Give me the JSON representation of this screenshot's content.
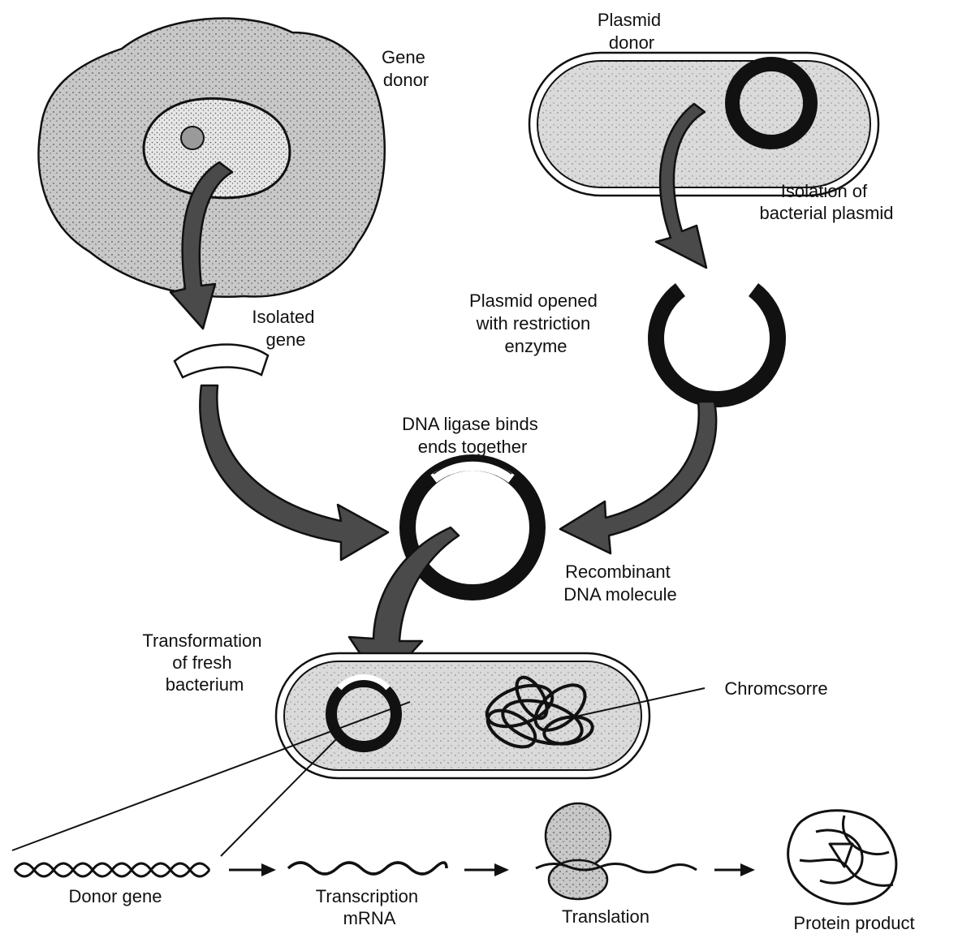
{
  "labels": {
    "gene_donor": [
      "Gene",
      "donor"
    ],
    "plasmid_donor": [
      "Plasmid",
      "donor"
    ],
    "isolation_plasmid": [
      "Isolation of",
      "bacterial plasmid"
    ],
    "isolated_gene": [
      "Isolated",
      "gene"
    ],
    "plasmid_opened": [
      "Plasmid opened",
      "with restriction",
      "enzyme"
    ],
    "dna_ligase": [
      "DNA ligase binds",
      "ends together"
    ],
    "recombinant": [
      "Recombinant",
      "DNA molecule"
    ],
    "transformation": [
      "Transformation",
      "of fresh",
      "bacterium"
    ],
    "chromosome": "Chromcsorre",
    "donor_gene": "Donor gene",
    "transcription": [
      "Transcription",
      "mRNA"
    ],
    "translation": "Translation",
    "protein_product": "Protein product"
  }
}
